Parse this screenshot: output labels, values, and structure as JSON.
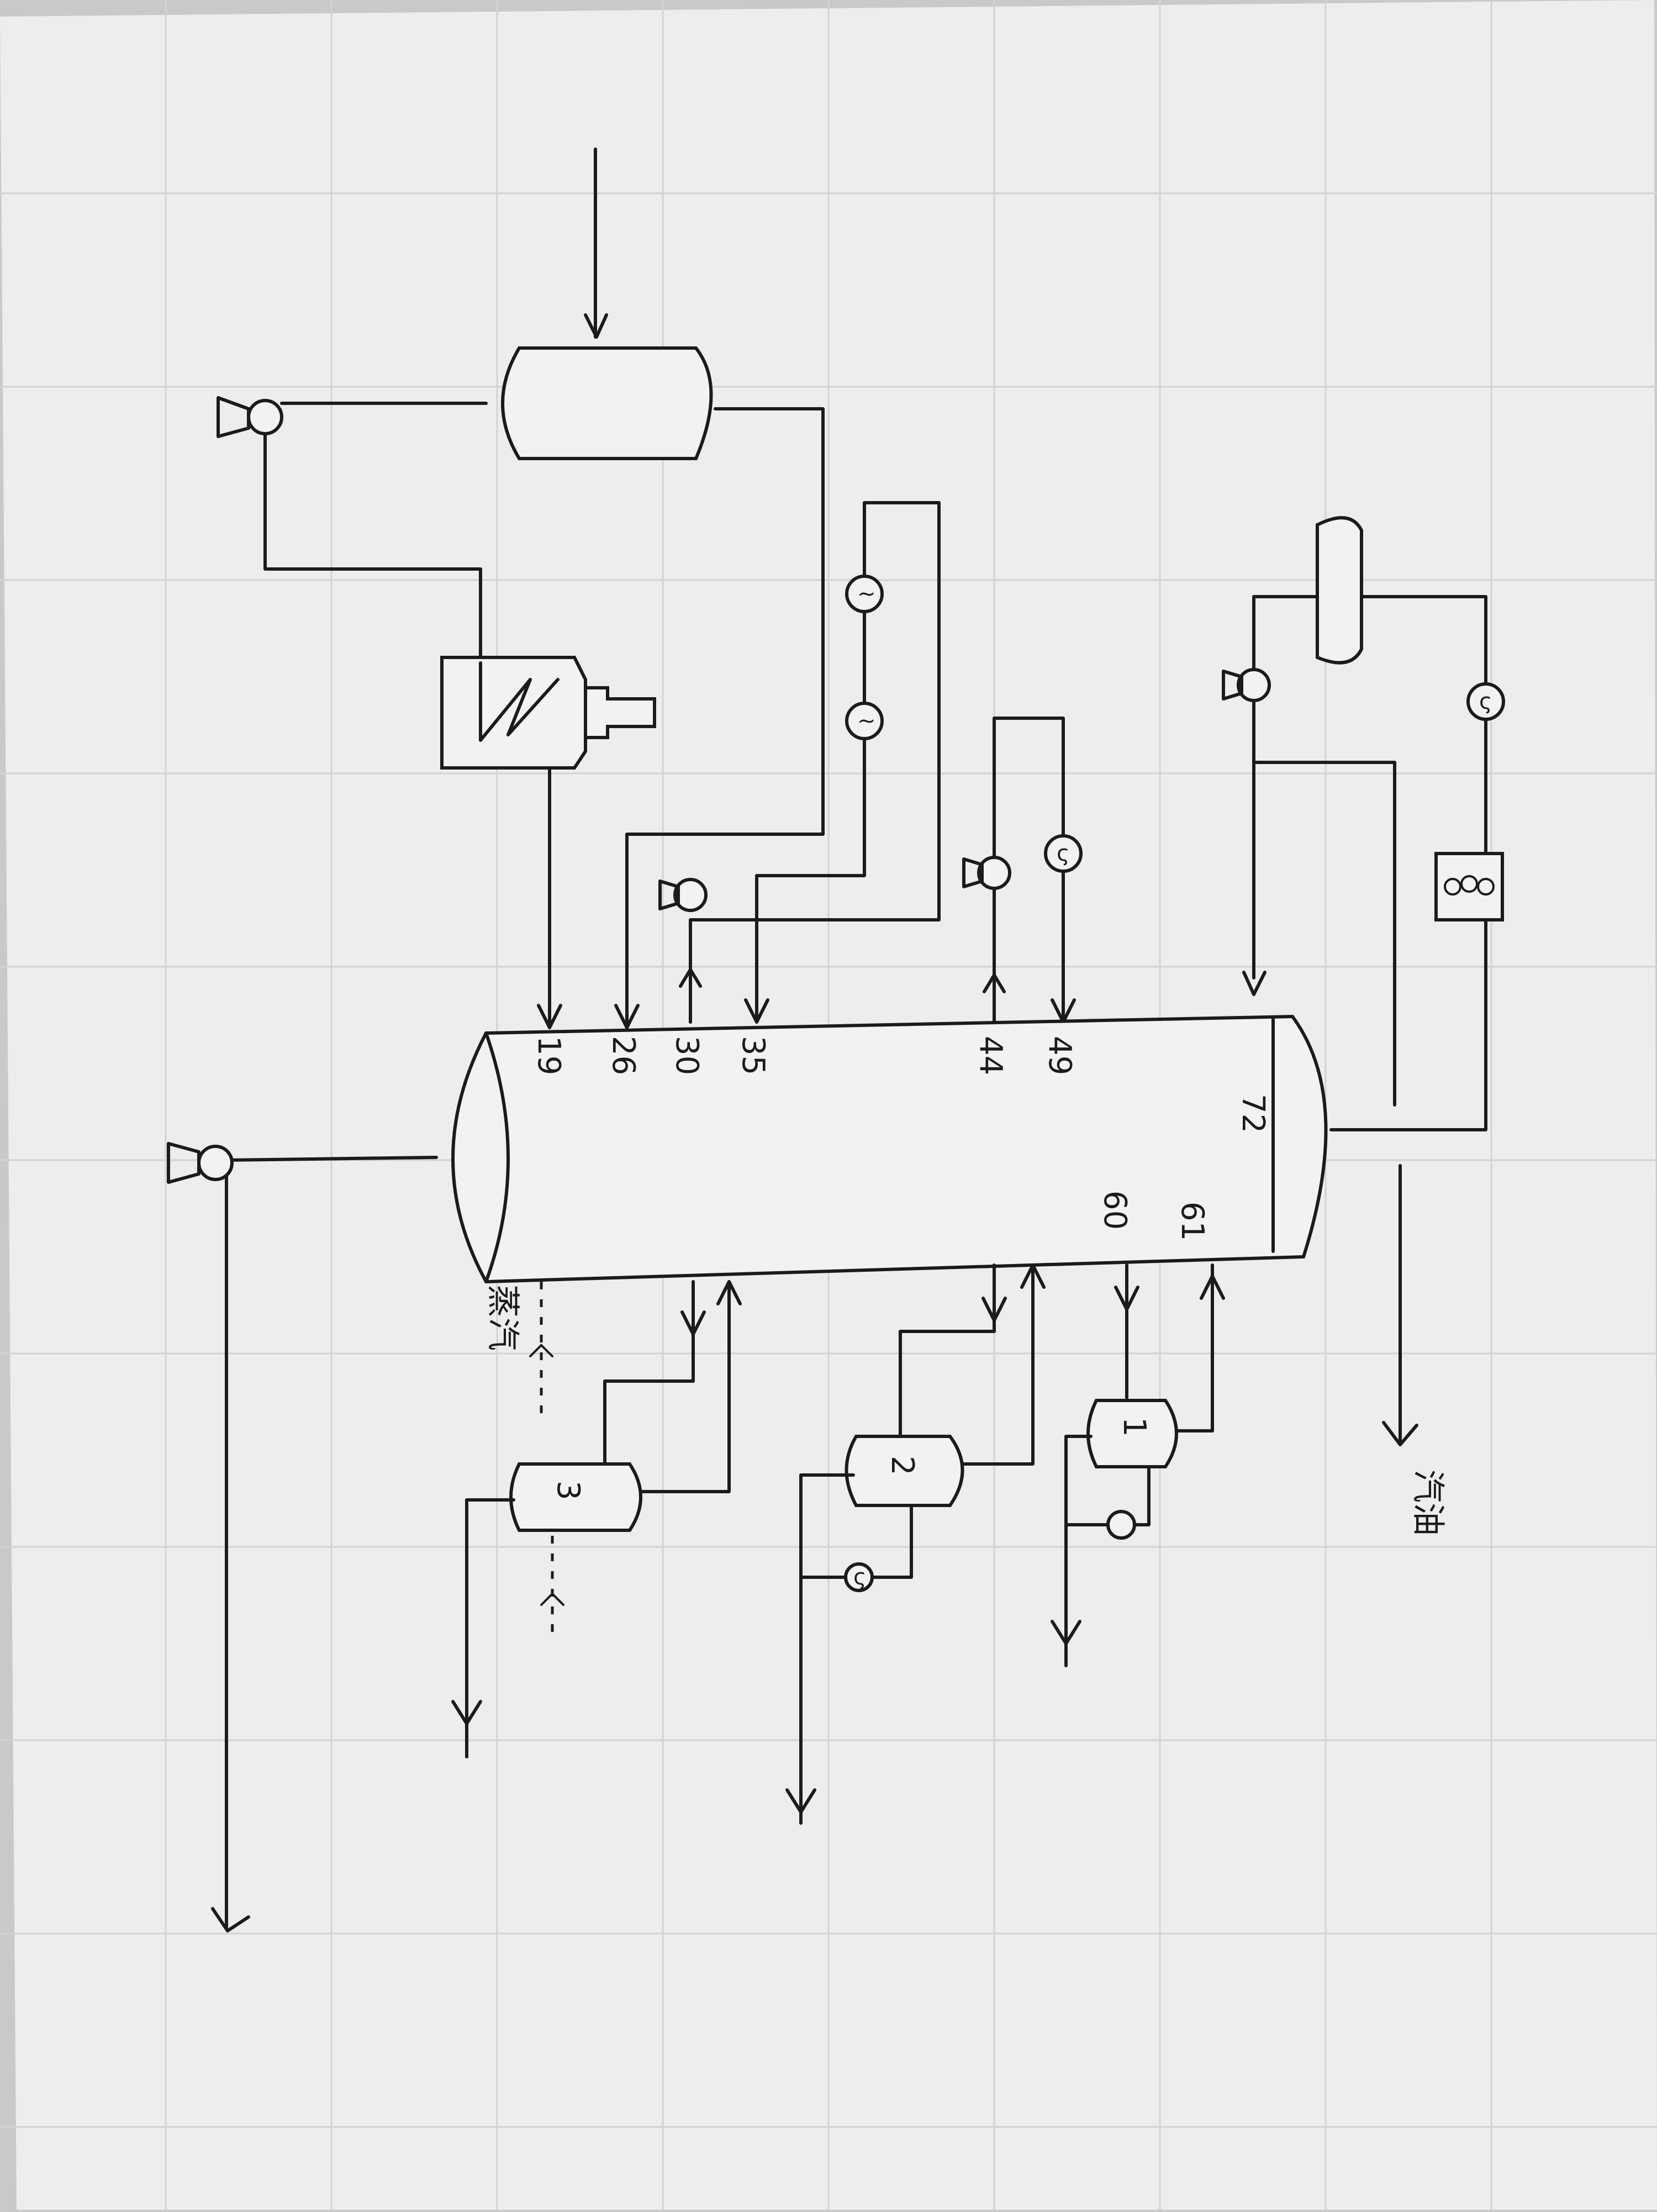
{
  "diagram": {
    "column_nozzles": [
      "19",
      "26",
      "30",
      "35",
      "44",
      "49",
      "60",
      "61",
      "72"
    ],
    "strippers": [
      "3",
      "2",
      "1"
    ],
    "steam_labels": [
      "蒸汽"
    ],
    "outlet_label": "汽油",
    "exchanger_symbols": [
      "~",
      "~",
      "ς",
      "ς",
      "ς"
    ]
  }
}
